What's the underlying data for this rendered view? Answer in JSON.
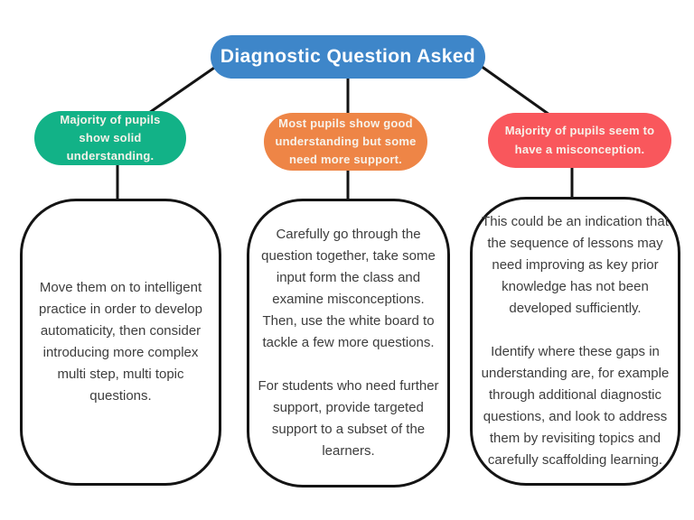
{
  "diagram": {
    "title": "Diagnostic Question Asked",
    "colors": {
      "title_bg": "#3e86c9",
      "green": "#12b287",
      "orange": "#ee8546",
      "red": "#f9575c",
      "connector": "#141414",
      "box_border": "#141414",
      "body_text": "#3d3d3d",
      "pill_text": "#f7f2ea"
    },
    "branches": [
      {
        "id": "solid-understanding",
        "pill_label": "Majority of pupils show solid understanding.",
        "paragraphs": [
          "Move them on to intelligent practice in order to develop automaticity, then consider introducing more complex multi step, multi topic questions."
        ]
      },
      {
        "id": "needs-more-support",
        "pill_label": "Most pupils show good understanding but some need more support.",
        "paragraphs": [
          "Carefully go through the question together, take some input form the class and examine misconceptions. Then, use the white board to tackle a few more questions.",
          "For students who need further support, provide targeted support to a subset of the learners."
        ]
      },
      {
        "id": "misconception",
        "pill_label": "Majority of pupils seem to have a misconception.",
        "paragraphs": [
          "This could be an indication that the sequence of lessons may need improving as key prior knowledge has not been developed sufficiently.",
          "Identify where these gaps in understanding are, for example through additional diagnostic questions, and look to address them by revisiting topics and carefully scaffolding learning."
        ]
      }
    ]
  }
}
